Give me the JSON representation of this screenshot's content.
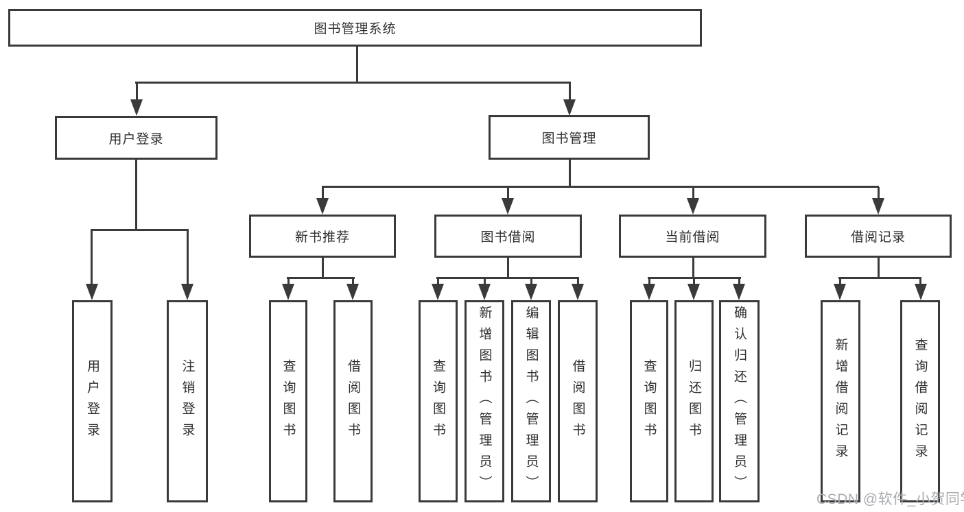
{
  "tree": {
    "root": {
      "label": "图书管理系统"
    },
    "branches": [
      {
        "label": "用户登录",
        "children": [
          {
            "label": "用户登录"
          },
          {
            "label": "注销登录"
          }
        ]
      },
      {
        "label": "图书管理",
        "children": [
          {
            "label": "新书推荐",
            "children": [
              {
                "label": "查询图书"
              },
              {
                "label": "借阅图书"
              }
            ]
          },
          {
            "label": "图书借阅",
            "children": [
              {
                "label": "查询图书"
              },
              {
                "label": "新增图书（管理员）"
              },
              {
                "label": "编辑图书（管理员）"
              },
              {
                "label": "借阅图书"
              }
            ]
          },
          {
            "label": "当前借阅",
            "children": [
              {
                "label": "查询图书"
              },
              {
                "label": "归还图书"
              },
              {
                "label": "确认归还（管理员）"
              }
            ]
          },
          {
            "label": "借阅记录",
            "children": [
              {
                "label": "新增借阅记录"
              },
              {
                "label": "查询借阅记录"
              }
            ]
          }
        ]
      }
    ]
  },
  "watermark": {
    "text": "CSDN @软件_小贺同学"
  },
  "colors": {
    "line": "#3a3a3a",
    "box_border": "#3a3a3a",
    "text": "#2f2f2f",
    "watermark": "#a9acb0",
    "background": "#ffffff"
  }
}
